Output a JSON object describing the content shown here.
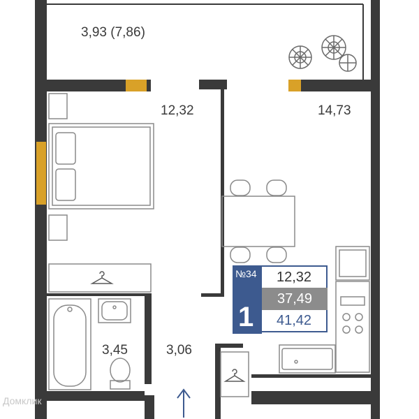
{
  "rooms": {
    "balcony": "3,93 (7,86)",
    "bedroom": "12,32",
    "kitchen_living": "14,73",
    "bathroom": "3,45",
    "hallway": "3,06"
  },
  "summary": {
    "number_label": "№34",
    "room_count": "1",
    "living_area": "12,32",
    "total_area": "37,49",
    "total_with_balcony": "41,42"
  },
  "watermark": "Домклик",
  "colors": {
    "wall": "#3a3a3a",
    "window": "#d9a128",
    "accent": "#3d5a8f",
    "badge_grey": "#8c8c8c",
    "furniture": "#8a8a8a"
  },
  "icons": [
    "hanger-icon",
    "hanger-icon",
    "plant-icon",
    "entrance-arrow-icon"
  ]
}
